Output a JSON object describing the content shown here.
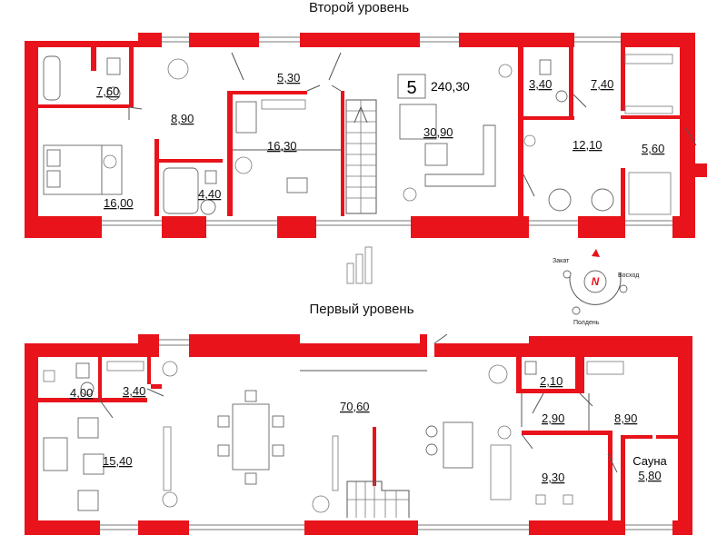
{
  "titles": {
    "upper": "Второй уровень",
    "lower": "Первый уровень"
  },
  "apartment": {
    "number": "5",
    "total_area": "240,30"
  },
  "upper_rooms": {
    "bathroom": "7,60",
    "hall": "8,90",
    "bedroom": "16,00",
    "bath2": "4,40",
    "corridor": "5,30",
    "room": "16,30",
    "living": "30,90",
    "wc": "3,40",
    "dressing": "7,40",
    "lounge": "12,10",
    "balcony": "5,60"
  },
  "lower_rooms": {
    "bath": "4,00",
    "hall": "3,40",
    "room": "15,40",
    "main": "70,60",
    "wc": "2,10",
    "hall2": "2,90",
    "tech": "8,90",
    "room2": "9,30",
    "sauna_label": "Сауна",
    "sauna": "5,80"
  },
  "compass": {
    "letter": "N",
    "west": "Закат",
    "east": "Восход",
    "south": "Полдень",
    "accent": "#e8131b"
  },
  "colors": {
    "wall": "#e8131b",
    "line": "#555555"
  }
}
